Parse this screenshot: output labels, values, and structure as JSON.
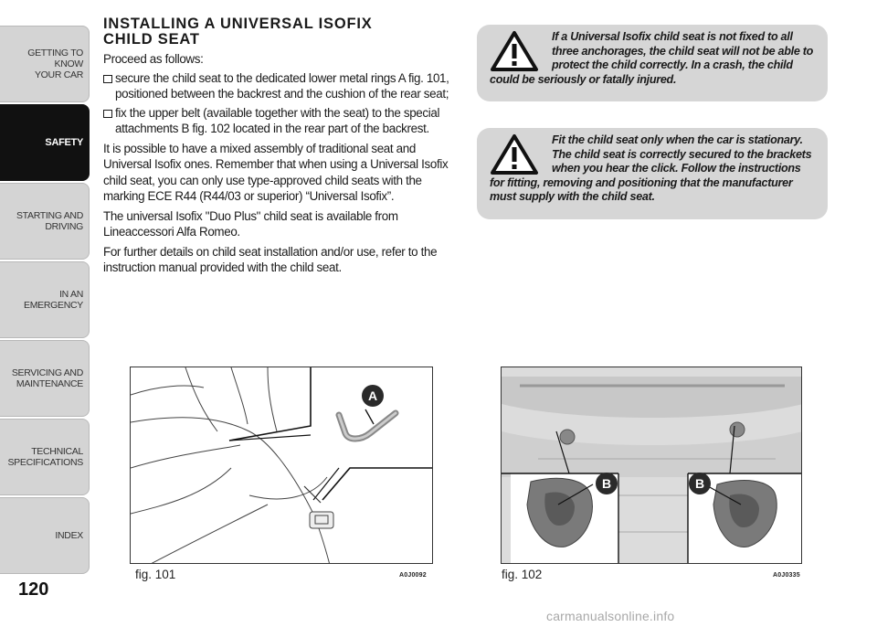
{
  "sidebar": {
    "tabs": [
      {
        "label": "GETTING TO KNOW\nYOUR CAR"
      },
      {
        "label": "SAFETY"
      },
      {
        "label": "STARTING AND\nDRIVING"
      },
      {
        "label": "IN AN EMERGENCY"
      },
      {
        "label": "SERVICING AND\nMAINTENANCE"
      },
      {
        "label": "TECHNICAL\nSPECIFICATIONS"
      },
      {
        "label": "INDEX"
      }
    ],
    "active": "SAFETY"
  },
  "page_number": "120",
  "section": {
    "title_line1": "INSTALLING A UNIVERSAL ISOFIX",
    "title_line2": "CHILD SEAT",
    "intro": "Proceed as follows:",
    "bullets": [
      "secure the child seat to the dedicated lower metal rings A fig. 101, positioned between the backrest and the cushion of the rear seat;",
      "fix the upper belt (available together with the seat) to the special attachments B fig. 102 located in the rear part of the backrest."
    ],
    "para1": "It is possible to have a mixed assembly of traditional seat and Universal Isofix ones. Remember that when using a Universal Isofix child seat, you can only use type-approved child seats with the marking ECE R44 (R44/03 or superior) “Universal Isofix”.",
    "para2": "The universal Isofix \"Duo Plus\" child seat is available from Lineaccessori Alfa Romeo.",
    "para3": "For further details on child seat installation and/or use, refer to the instruction manual provided with the child seat."
  },
  "warnings": [
    {
      "text": "If a Universal Isofix child seat is not fixed to all three anchorages, the child seat will not be able to protect the child correctly. In a crash, the child could be seriously or fatally injured."
    },
    {
      "text": "Fit the child seat only when the car is stationary. The child seat is correctly secured to the brackets when you hear the click. Follow the instructions for fitting, removing and positioning that the manufacturer must supply with the child seat."
    }
  ],
  "figures": [
    {
      "caption": "fig. 101",
      "code": "A0J0092",
      "callouts": [
        "A"
      ]
    },
    {
      "caption": "fig. 102",
      "code": "A0J0335",
      "callouts": [
        "B",
        "B"
      ]
    }
  ],
  "watermark": "carmanualsonline.info",
  "colors": {
    "tab_bg": "#d4d4d4",
    "tab_active": "#111111",
    "warning_bg": "#d6d6d6"
  }
}
